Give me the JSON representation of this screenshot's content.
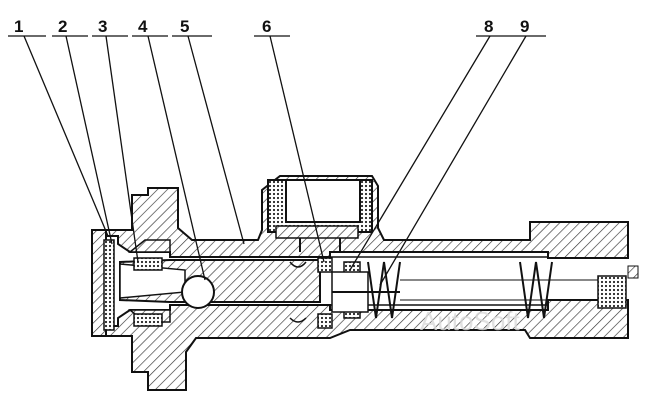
{
  "callouts": [
    {
      "id": "1",
      "label": "1"
    },
    {
      "id": "2",
      "label": "2"
    },
    {
      "id": "3",
      "label": "3"
    },
    {
      "id": "4",
      "label": "4"
    },
    {
      "id": "5",
      "label": "5"
    },
    {
      "id": "6",
      "label": "6"
    },
    {
      "id": "8",
      "label": "8"
    },
    {
      "id": "9",
      "label": "9"
    }
  ],
  "watermark": "AutoSoft",
  "colors": {
    "ink": "#111111",
    "hatch": "#333333",
    "paper": "#ffffff"
  }
}
